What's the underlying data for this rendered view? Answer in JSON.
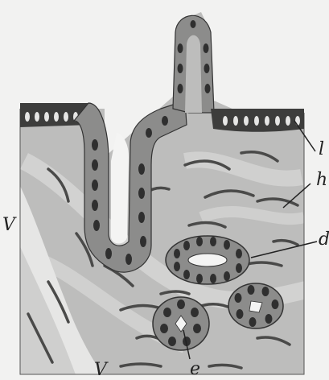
{
  "figure": {
    "description_colors": {
      "background": "#f2f2f1",
      "tissue": "#bdbdbc",
      "tissue_light": "#d4d4d3",
      "epithelium": "#8c8c8b",
      "nucleus": "#2f2f2f",
      "ink": "#222222",
      "lumen": "#f4f4f3"
    },
    "labels": {
      "l": "l",
      "h": "h",
      "d": "d",
      "e": "e",
      "v_left": "V",
      "v_bottom": "V"
    }
  }
}
